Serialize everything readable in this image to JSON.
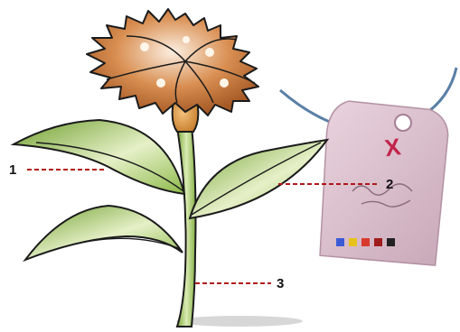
{
  "callouts": [
    {
      "id": "1",
      "label": "1"
    },
    {
      "id": "2",
      "label": "2"
    },
    {
      "id": "3",
      "label": "3"
    }
  ],
  "tag": {
    "mark": "X",
    "swatch_colors": [
      "#3b5bd6",
      "#e8c21a",
      "#d93a2b",
      "#a01c1c",
      "#222222"
    ]
  },
  "colors": {
    "petal_fill": "#c87a3e",
    "petal_light": "#f3d9bf",
    "leaf_fill": "#7fae3a",
    "leaf_light": "#e3efc4",
    "stem": "#9cc25a",
    "tag_fill": "#dcc2cf",
    "string": "#5a7fa6",
    "leader": "#b01818"
  }
}
